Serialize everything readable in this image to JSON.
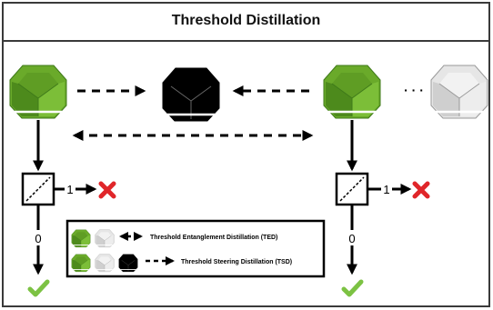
{
  "title": "Threshold Distillation",
  "ellipsis": "· · ·",
  "outcome_one": "1",
  "outcome_zero": "0",
  "legend": {
    "ted_label": "Threshold Entanglement Distillation (TED)",
    "tsd_label": "Threshold Steering Distillation (TSD)"
  },
  "colors": {
    "green": "#6aaa2a",
    "green_dark": "#3f7a1a",
    "gray": "#e0e0e0",
    "black": "#000000",
    "reject": "#e0262a",
    "accept": "#7cc243"
  },
  "icons": [
    "honest-device-icon",
    "untrusted-device-icon",
    "black-device-icon",
    "beam-splitter-icon",
    "cross-icon",
    "check-icon"
  ]
}
